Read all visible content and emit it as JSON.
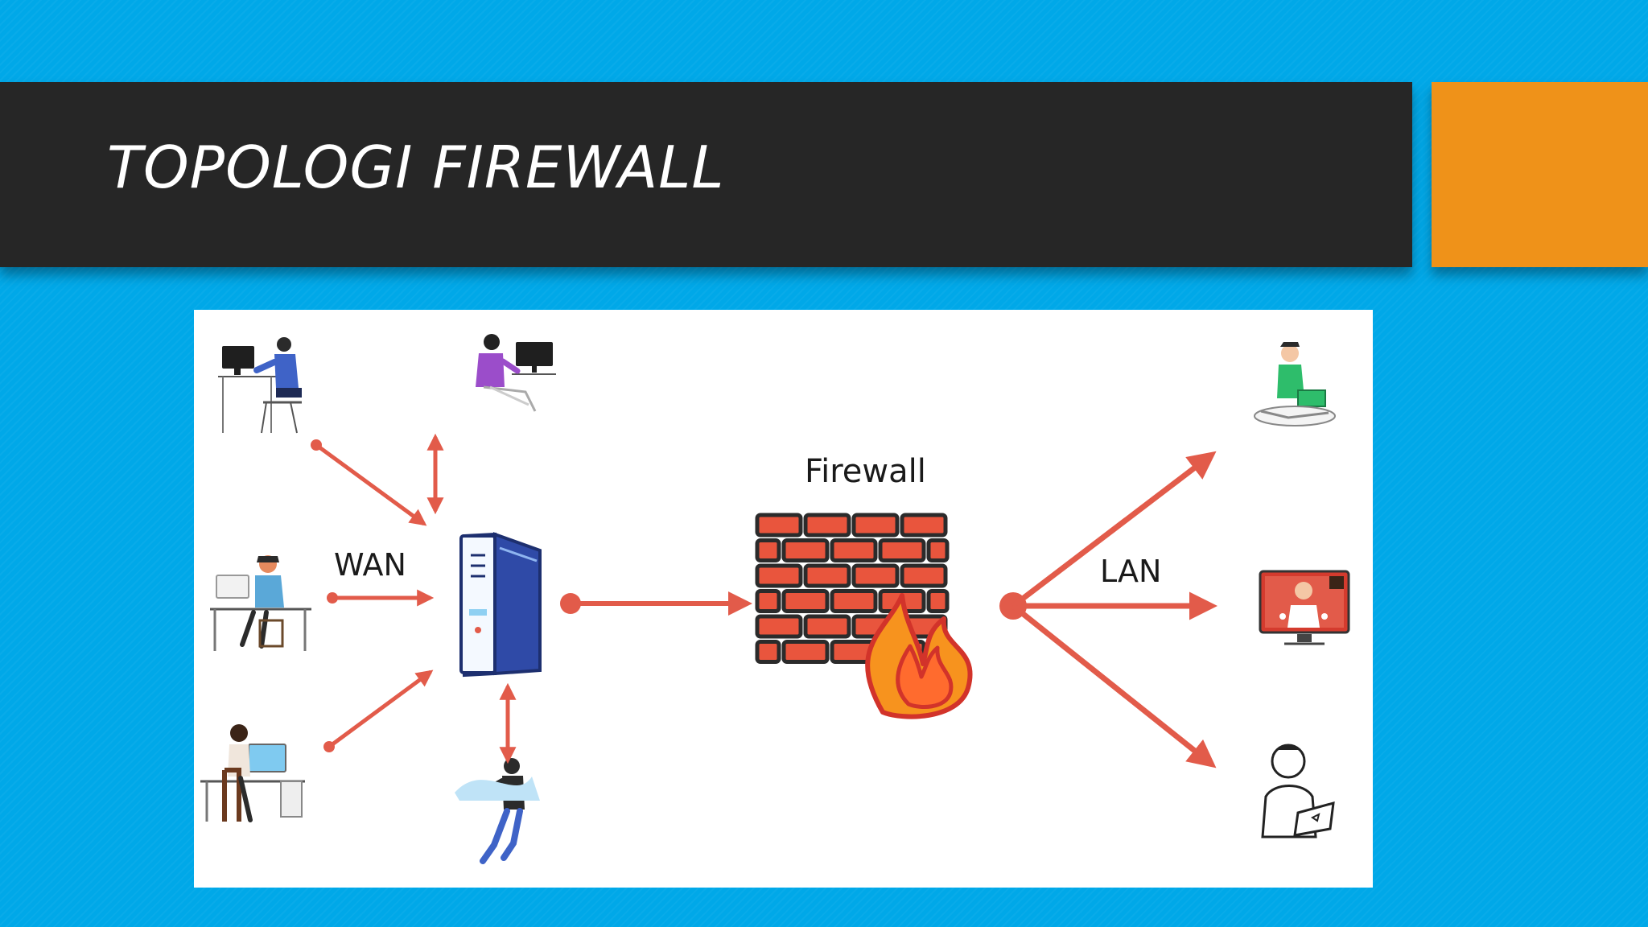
{
  "slide": {
    "title": "TOPOLOGI FIREWALL",
    "colors": {
      "background": "#00a8e8",
      "title_bar": "#262626",
      "accent": "#ef9219",
      "arrow": "#e25b4a",
      "brick": "#e9553d",
      "flame": "#f7931e"
    }
  },
  "diagram": {
    "firewall_label": "Firewall",
    "wan_label": "WAN",
    "lan_label": "LAN",
    "wan_users": [
      "person-at-desktop-icon",
      "person-with-headset-icon",
      "person-at-laptop-desk-icon",
      "person-at-office-desk-icon",
      "person-with-laptop-walking-icon"
    ],
    "lan_users": [
      "person-sitting-laptop-icon",
      "video-call-screen-icon",
      "person-typing-laptop-icon"
    ],
    "central_node": "server-icon",
    "barrier": "brick-wall-firewall-icon"
  }
}
